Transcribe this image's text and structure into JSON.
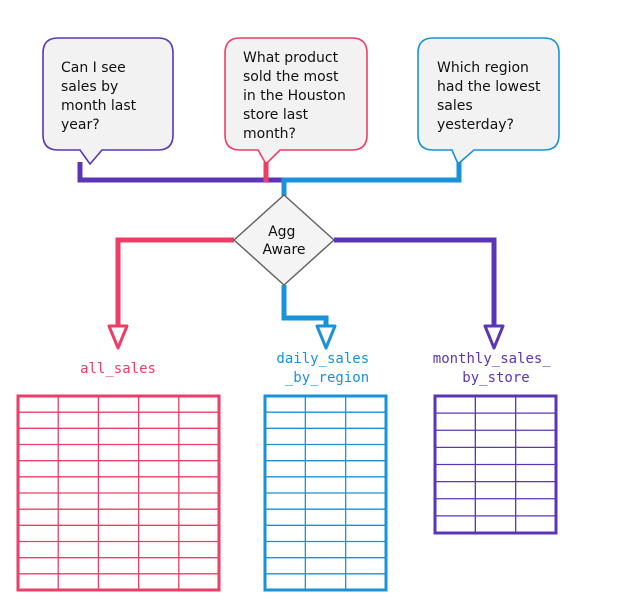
{
  "colors": {
    "purple": "#5b35b5",
    "pink": "#ee3d66",
    "blue": "#1892d8",
    "bubble_fill": "#f2f2f2",
    "diamond_stroke": "#666666",
    "diamond_fill": "#f4f4f4"
  },
  "questions": [
    {
      "lines": [
        "Can I see",
        "sales by",
        "month last",
        "year?"
      ]
    },
    {
      "lines": [
        "What product",
        "sold the most",
        "in the Houston",
        "store last",
        "month?"
      ]
    },
    {
      "lines": [
        "Which region",
        "had the lowest",
        "sales",
        "yesterday?"
      ]
    }
  ],
  "decision": {
    "lines": [
      "Agg",
      "Aware"
    ]
  },
  "tables": [
    {
      "label_lines": [
        "all_sales"
      ]
    },
    {
      "label_lines": [
        "daily_sales",
        "_by_region"
      ]
    },
    {
      "label_lines": [
        "monthly_sales_",
        "by_store"
      ]
    }
  ]
}
